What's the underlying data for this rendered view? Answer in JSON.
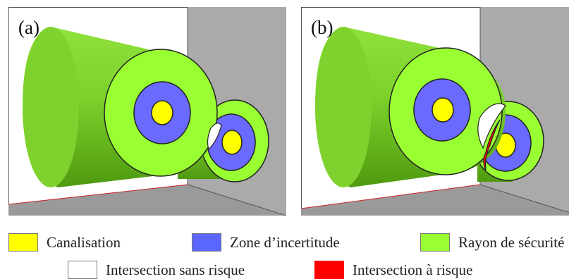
{
  "panels": [
    {
      "label": "(a)",
      "scenario": "no-risk"
    },
    {
      "label": "(b)",
      "scenario": "risk"
    }
  ],
  "colors": {
    "canalisation": "#ffff00",
    "incertitude": "#6a6aff",
    "securite": "#99ff33",
    "securite_shade": "#6fc21a",
    "sans_risque": "#ffffff",
    "a_risque": "#ff0000",
    "wall": "#aaaaaa",
    "floor": "#999999"
  },
  "legend": {
    "canalisation": "Canalisation",
    "incertitude": "Zone d’incertitude",
    "securite": "Rayon de sécurité",
    "sans_risque": "Intersection sans risque",
    "a_risque": "Intersection à risque"
  }
}
